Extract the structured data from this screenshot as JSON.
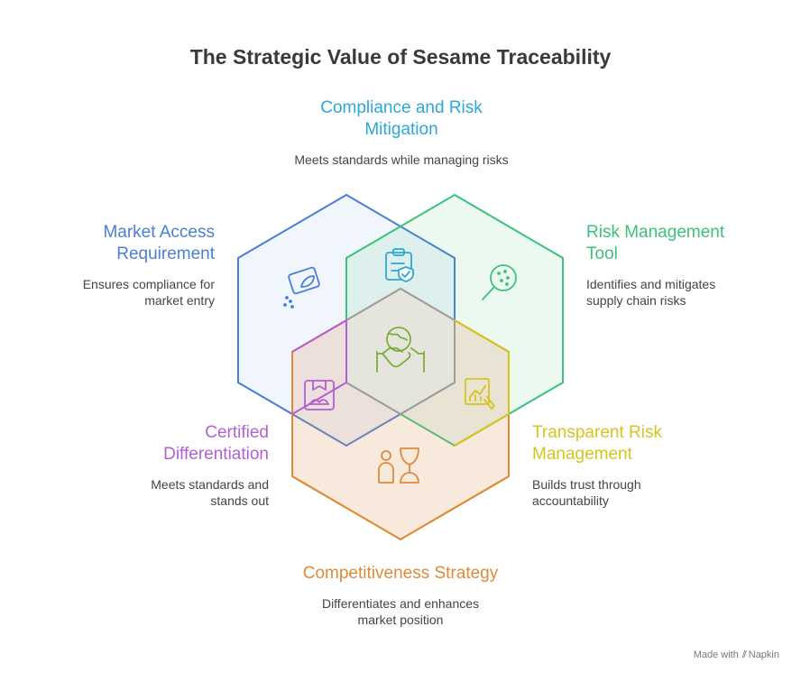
{
  "title": "The Strategic Value of Sesame Traceability",
  "sections": {
    "compliance": {
      "heading": "Compliance and Risk Mitigation",
      "description": "Meets standards while managing risks",
      "color": "#2aa8d6",
      "icon": "clipboard-shield-icon"
    },
    "risk_tool": {
      "heading": "Risk Management Tool",
      "description": "Identifies and mitigates supply chain risks",
      "color": "#3cc27a",
      "icon": "magnifier-icon"
    },
    "transparent": {
      "heading": "Transparent Risk Management",
      "description": "Builds trust through accountability",
      "color": "#d6c41c",
      "icon": "chart-presentation-icon"
    },
    "competitiveness": {
      "heading": "Competitiveness Strategy",
      "description": "Differentiates and enhances market position",
      "color": "#e0893a",
      "icon": "person-trophy-icon"
    },
    "certified": {
      "heading": "Certified Differentiation",
      "description": "Meets standards and stands out",
      "color": "#b25fd6",
      "icon": "certificate-icon"
    },
    "market_access": {
      "heading": "Market Access Requirement",
      "description": "Ensures compliance for market entry",
      "color": "#4a7fd6",
      "icon": "seed-card-icon"
    }
  },
  "center_icon": "globe-handshake-icon",
  "footer": {
    "text": "Made with",
    "brand": "Napkin"
  }
}
